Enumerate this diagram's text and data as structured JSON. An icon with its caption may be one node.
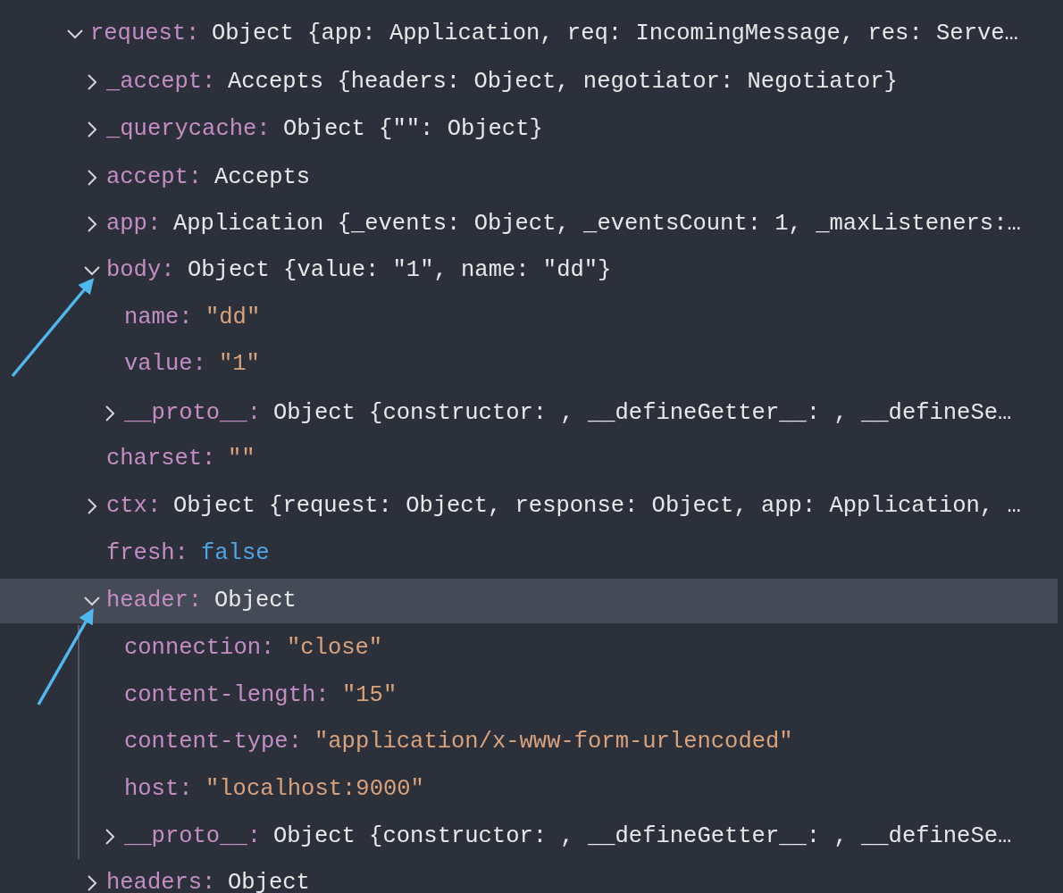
{
  "diagram": {
    "nodes": [
      {
        "text": [],
        "shape": "chevron"
      },
      {
        "text": [],
        "shape": "chevron"
      }
    ],
    "edges": [
      {
        "from": null,
        "to": 0,
        "arrow": "to",
        "color": "#4fb8ee"
      },
      {
        "from": null,
        "to": 1,
        "arrow": "to",
        "color": "#4fb8ee"
      }
    ],
    "labels": [
      "request:",
      "Object {app: Application, req: IncomingMessage, res: Serve…",
      "_accept:",
      "Accepts {headers: Object, negotiator: Negotiator}",
      "_querycache:",
      "Object {\"\": Object}",
      "accept:",
      "Accepts",
      "app:",
      "Application {_events: Object, _eventsCount: 1, _maxListeners:…",
      "body:",
      "Object {value: \"1\", name: \"dd\"}",
      "name:",
      "\"dd\"",
      "value:",
      "\"1\"",
      "__proto__:",
      "Object {constructor: , __defineGetter__: , __defineSe…",
      "charset:",
      "\"\"",
      "ctx:",
      "Object {request: Object, response: Object, app: Application, …",
      "fresh:",
      "false",
      "header:",
      "Object",
      "connection:",
      "\"close\"",
      "content-length:",
      "\"15\"",
      "content-type:",
      "\"application/x-www-form-urlencoded\"",
      "host:",
      "\"localhost:9000\"",
      "__proto__:",
      "Object {constructor: , __defineGetter__: , __defineSe…",
      "headers:",
      "Object"
    ]
  }
}
